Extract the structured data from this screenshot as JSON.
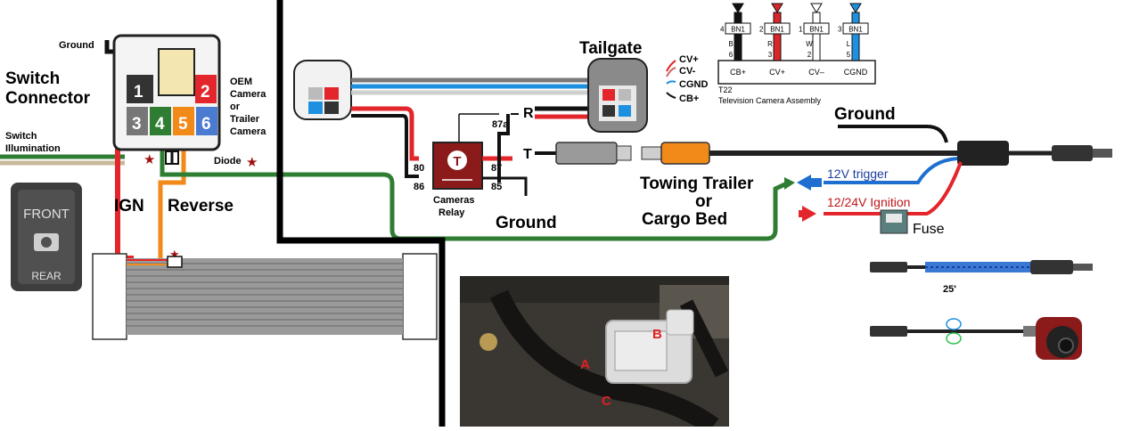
{
  "switch_block": {
    "switch_connector_label": "Switch Connector",
    "switch_illumination_label": "Switch Illumination",
    "ground_label": "Ground",
    "pins": [
      "1",
      "2",
      "3",
      "4",
      "5",
      "6"
    ],
    "oem_camera_label": "OEM Camera or Trailer Camera",
    "diode_label": "Diode",
    "ign_label": "IGN",
    "reverse_label": "Reverse",
    "switch_front_label": "FRONT",
    "switch_rear_label": "REAR"
  },
  "relay": {
    "name_label": "Cameras Relay",
    "symbol_label": "T",
    "pin_80": "80",
    "pin_86": "86",
    "pin_87": "87",
    "pin_85": "85",
    "pin_87a": "87a",
    "r_label": "R",
    "t_label": "T",
    "ground_label": "Ground"
  },
  "tailgate": {
    "title": "Tailgate"
  },
  "cable_legend": {
    "items": [
      "CV+",
      "CV-",
      "CGND",
      "CB+"
    ]
  },
  "camera_assembly": {
    "pin_cols": [
      {
        "num": "4",
        "code": "BN1",
        "wire": "B",
        "pin": "6",
        "label": "CB+",
        "color": "#111111"
      },
      {
        "num": "2",
        "code": "BN1",
        "wire": "R",
        "pin": "3",
        "label": "CV+",
        "color": "#d9262a"
      },
      {
        "num": "1",
        "code": "BN1",
        "wire": "W",
        "pin": "2",
        "label": "CV–",
        "color": "#ffffff"
      },
      {
        "num": "3",
        "code": "BN1",
        "wire": "L",
        "pin": "5",
        "label": "CGND",
        "color": "#1e90e0"
      }
    ],
    "ref": "T22",
    "description": "Television Camera Assembly"
  },
  "right_side": {
    "ground_label": "Ground",
    "trigger_label": "12V  trigger",
    "ignition_label": "12/24V Ignition",
    "fuse_label": "Fuse",
    "towing_label": "Towing Trailer or Cargo Bed",
    "cable_length": "25'"
  },
  "photo": {
    "label_a": "A",
    "label_b": "B",
    "label_c": "C"
  },
  "colors": {
    "red_wire": "#e3262b",
    "green_wire": "#2e7d32",
    "orange_wire": "#f28a1a",
    "blue_wire": "#1565c0",
    "black_wire": "#111111",
    "relay_body": "#8b1a1a",
    "star": "#a01010"
  }
}
